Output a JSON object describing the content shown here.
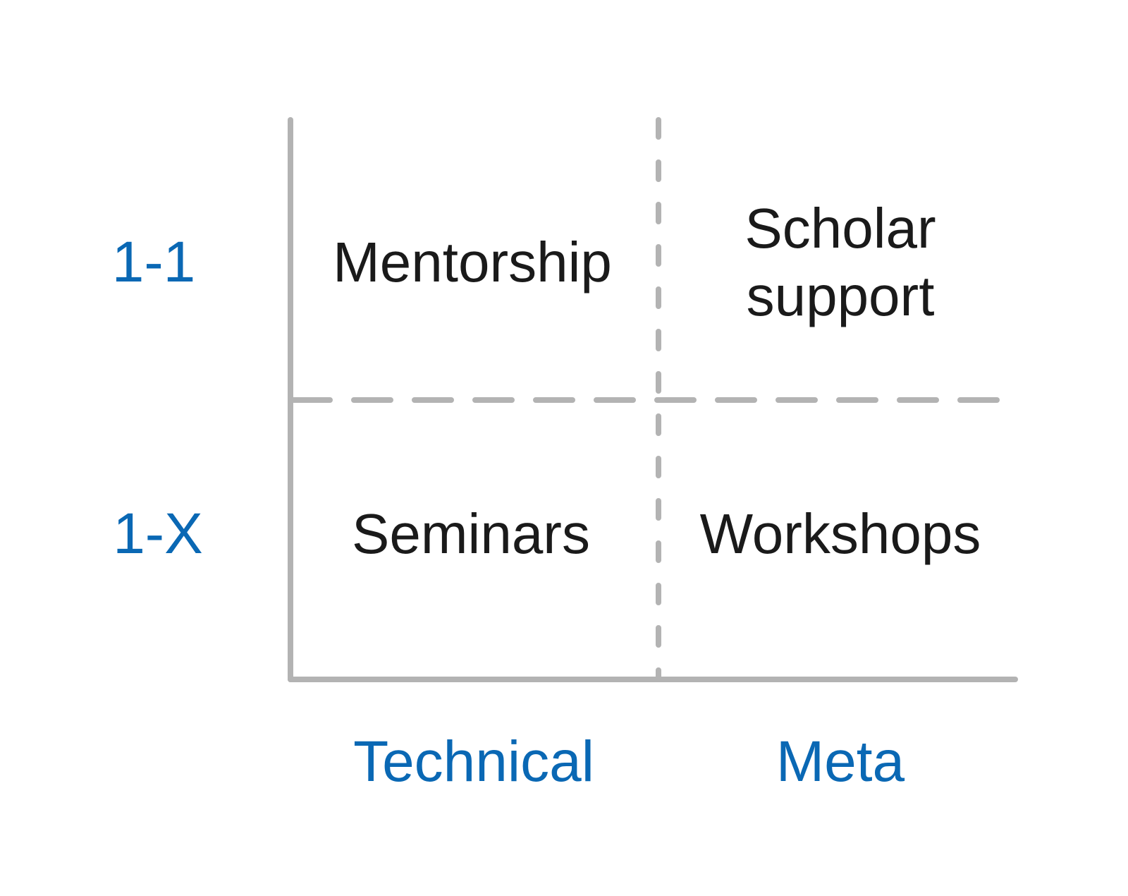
{
  "colors": {
    "axis_label": "#0a68b4",
    "cell_text": "#1a1a1a",
    "grid_line": "#b3b3b3",
    "background": "#ffffff"
  },
  "rows": [
    {
      "label": "1-1"
    },
    {
      "label": "1-X"
    }
  ],
  "columns": [
    {
      "label": "Technical"
    },
    {
      "label": "Meta"
    }
  ],
  "cells": [
    [
      "Mentorship",
      "Scholar\nsupport"
    ],
    [
      "Seminars",
      "Workshops"
    ]
  ]
}
